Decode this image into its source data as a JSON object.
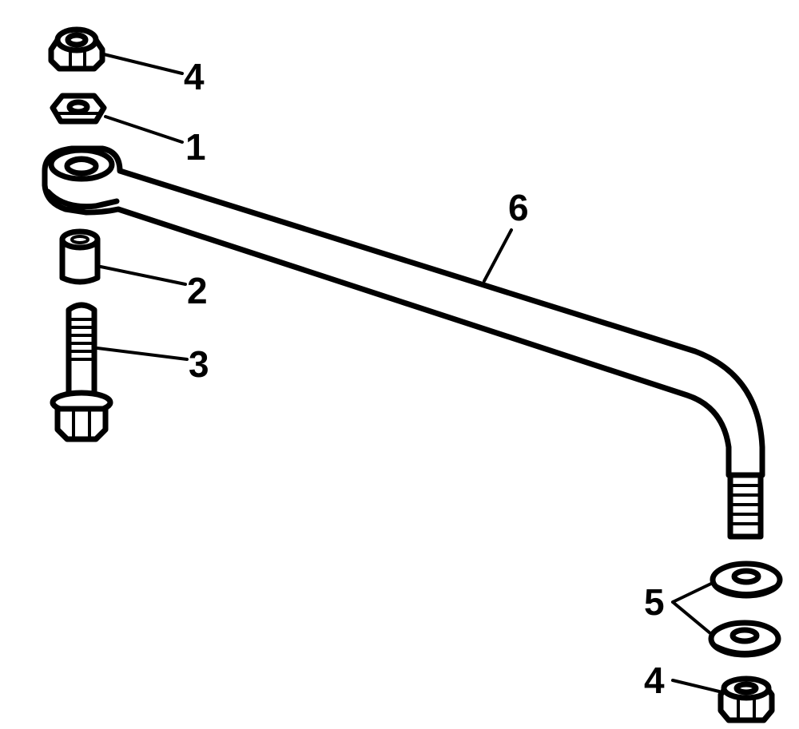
{
  "callouts": {
    "nut_top": "4",
    "washer_top": "1",
    "spacer": "2",
    "bolt": "3",
    "washers_bottom": "5",
    "nut_bottom": "4",
    "link_rod": "6"
  },
  "colors": {
    "ink": "#000000",
    "paper": "#ffffff"
  }
}
